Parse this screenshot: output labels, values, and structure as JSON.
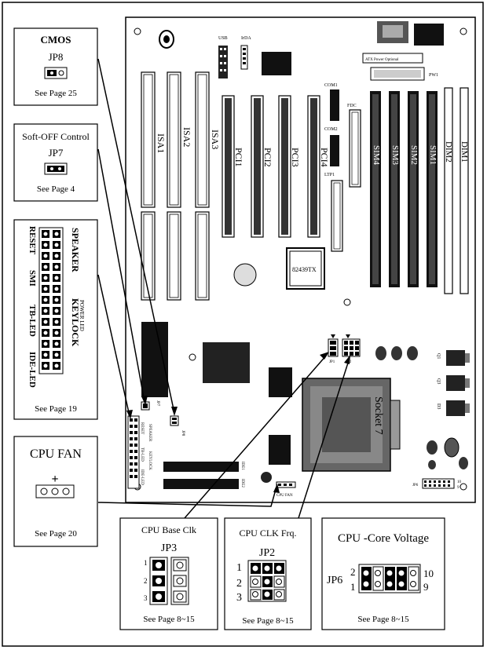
{
  "callouts": {
    "cmos": {
      "title": "CMOS",
      "jumper": "JP8",
      "page": "See Page 25"
    },
    "softoff": {
      "title": "Soft-OFF Control",
      "jumper": "JP7",
      "page": "See Page 4"
    },
    "panel": {
      "left_labels": [
        "RESET",
        "SMI",
        "TB-LED",
        "IDE-LED"
      ],
      "right_labels": [
        "SPEAKER",
        "KEYLOCK"
      ],
      "power_led": "POWER LED",
      "page": "See Page 19"
    },
    "cpufan": {
      "title": "CPU  FAN",
      "plus": "+",
      "page": "See Page  20"
    },
    "cpuclk": {
      "title": "CPU Base Clk",
      "jumper": "JP3",
      "pins": [
        "1",
        "2",
        "3"
      ],
      "page": "See  Page  8~15"
    },
    "cpufrq": {
      "title": "CPU CLK Frq.",
      "jumper": "JP2",
      "pins": [
        "1",
        "2",
        "3"
      ],
      "page": "See Page 8~15"
    },
    "voltage": {
      "title": "CPU -Core  Voltage",
      "jumper": "JP6",
      "pin_left": [
        "2",
        "1"
      ],
      "pin_right": [
        "10",
        "9"
      ],
      "page": "See Page 8~15"
    }
  },
  "board": {
    "usb": "USB",
    "irda": "IrDA",
    "atx_power": "ATX Power Optional",
    "pw": "PW1",
    "com1": "COM1",
    "com2": "COM2",
    "fdc": "FDC",
    "ltp1": "LTP1",
    "isa": [
      "ISA1",
      "ISA2",
      "ISA3"
    ],
    "pci": [
      "PCI1",
      "PCI2",
      "PCI3",
      "PCI4"
    ],
    "simm": [
      "SIM4",
      "SIM3",
      "SIM2",
      "SIM1"
    ],
    "dimm": [
      "DIM2",
      "DIM1"
    ],
    "chipset": "82439TX",
    "socket": "Socket 7",
    "q": [
      "Q1",
      "Q3",
      "D3"
    ],
    "jp1": "JP1",
    "jp2": "JP2",
    "jp6": "JP6",
    "jp7": "JP7",
    "jp8": "JP8",
    "ide": [
      "IDE1",
      "IDE2"
    ],
    "cpu_fan": "CPU  FAN",
    "jp6_nums": [
      "10",
      "9"
    ],
    "panel_mini": [
      "RESET",
      "SMI",
      "TB-LED",
      "IDE-LED",
      "SPEAKER",
      "KEYLOCK"
    ]
  }
}
